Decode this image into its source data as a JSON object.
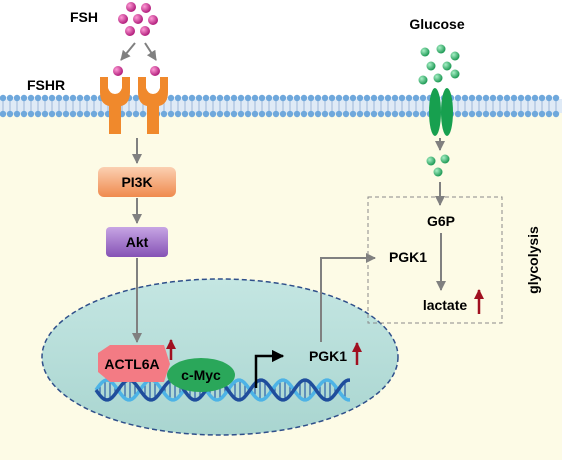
{
  "labels": {
    "fsh": "FSH",
    "fshr": "FSHR",
    "glucose": "Glucose",
    "pi3k": "PI3K",
    "akt": "Akt",
    "actl6a": "ACTL6A",
    "cmyc": "c-Myc",
    "pgk1_gene": "PGK1",
    "pgk1_protein": "PGK1",
    "g6p": "G6P",
    "lactate": "lactate",
    "glycolysis": "glycolysis"
  },
  "colors": {
    "cytoplasm": "#fdfbe6",
    "membrane_head": "#6fa8dc",
    "receptor": "#f0892c",
    "fsh_particle": "#cc3399",
    "glucose_particle": "#2eb86e",
    "transporter": "#17a04f",
    "pi3k_fill": "#f5a575",
    "akt_fill": "#9a6cc4",
    "nucleus": "#b7ddd9",
    "nucleus_border": "#2f4f8a",
    "actl6a_fill": "#f37b84",
    "cmyc_fill": "#2aa75a",
    "up_arrow": "#a01020",
    "pathway_arrow": "#808080",
    "dna_strand_a": "#1f4e9c",
    "dna_strand_b": "#4db3e6"
  },
  "icons": [
    "fsh-particle-icon",
    "glucose-particle-icon",
    "receptor-icon",
    "glucose-transporter-icon",
    "dna-helix-icon",
    "upregulation-arrow-icon"
  ]
}
